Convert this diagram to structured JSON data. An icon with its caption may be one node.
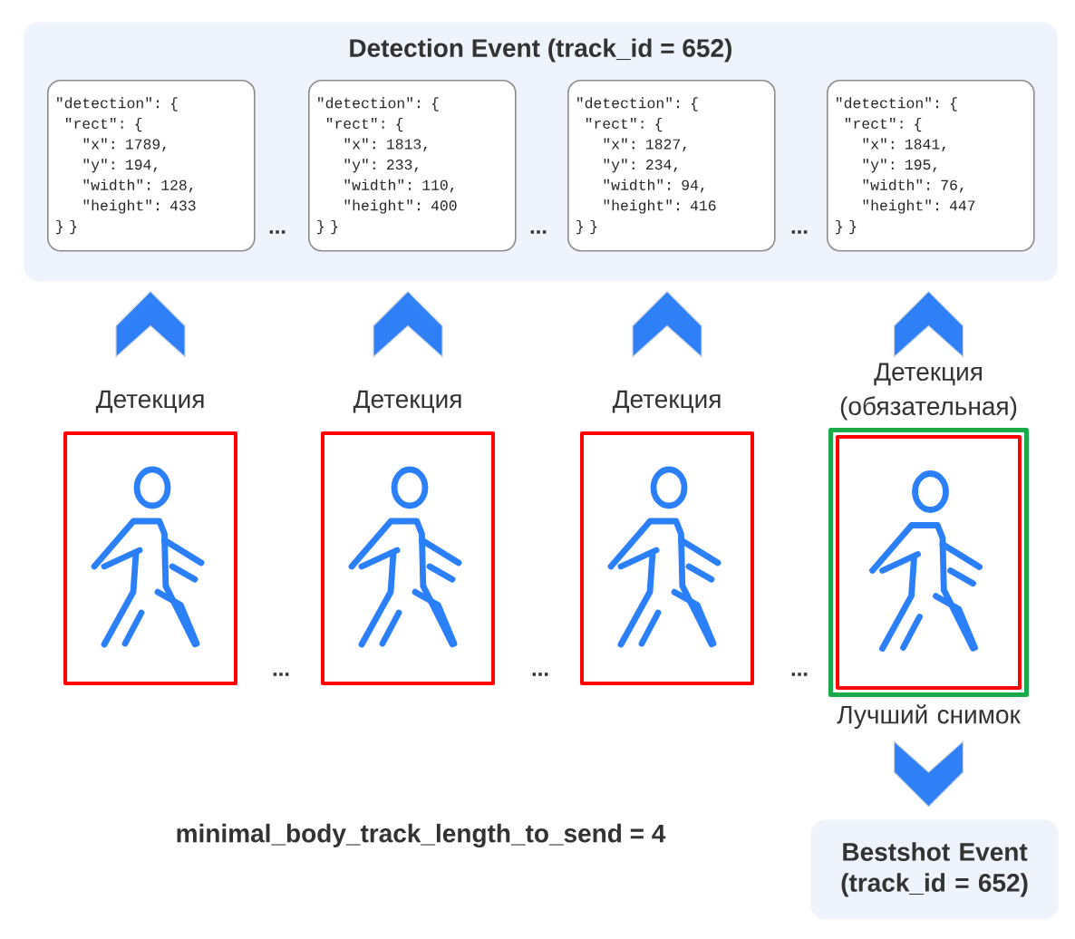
{
  "diagram": {
    "nodes": [
      {
        "text": [
          "Detection Event (track_id = 652)"
        ]
      },
      {
        "text": [
          "\"detection\": {",
          "\"rect\": {",
          "\"x\": 1789,",
          "\"y\": 194,",
          "\"width\": 128,",
          "\"height\": 433",
          "} }"
        ],
        "in": 0
      },
      {
        "text": [
          "\"detection\": {",
          "\"rect\": {",
          "\"x\": 1813,",
          "\"y\": 233,",
          "\"width\": 110,",
          "\"height\": 400",
          "} }"
        ],
        "in": 0
      },
      {
        "text": [
          "\"detection\": {",
          "\"rect\": {",
          "\"x\": 1827,",
          "\"y\": 234,",
          "\"width\": 94,",
          "\"height\": 416",
          "} }"
        ],
        "in": 0
      },
      {
        "text": [
          "\"detection\": {",
          "\"rect\": {",
          "\"x\": 1841,",
          "\"y\": 195,",
          "\"width\": 76,",
          "\"height\": 447",
          "} }"
        ],
        "in": 0
      },
      {
        "text": [],
        "shape": "picture"
      },
      {
        "text": [],
        "shape": "picture"
      },
      {
        "text": [],
        "shape": "picture"
      },
      {
        "text": [],
        "shape": "picture"
      },
      {
        "text": [
          "Bestshot Event (track_id = 652)"
        ]
      }
    ],
    "edges": [
      {
        "from": 5,
        "to": 1,
        "arrow": "to",
        "label": "Детекция"
      },
      {
        "from": 6,
        "to": 2,
        "arrow": "to",
        "label": "Детекция"
      },
      {
        "from": 7,
        "to": 3,
        "arrow": "to",
        "label": "Детекция"
      },
      {
        "from": 8,
        "to": 4,
        "arrow": "to",
        "label": "Детекция (обязательная)"
      },
      {
        "from": 8,
        "to": 9,
        "arrow": "to",
        "label": "Лучший снимок"
      }
    ],
    "labels": [
      "...",
      "...",
      "...",
      "...",
      "...",
      "...",
      "minimal_body_track_length_to_send = 4"
    ]
  }
}
